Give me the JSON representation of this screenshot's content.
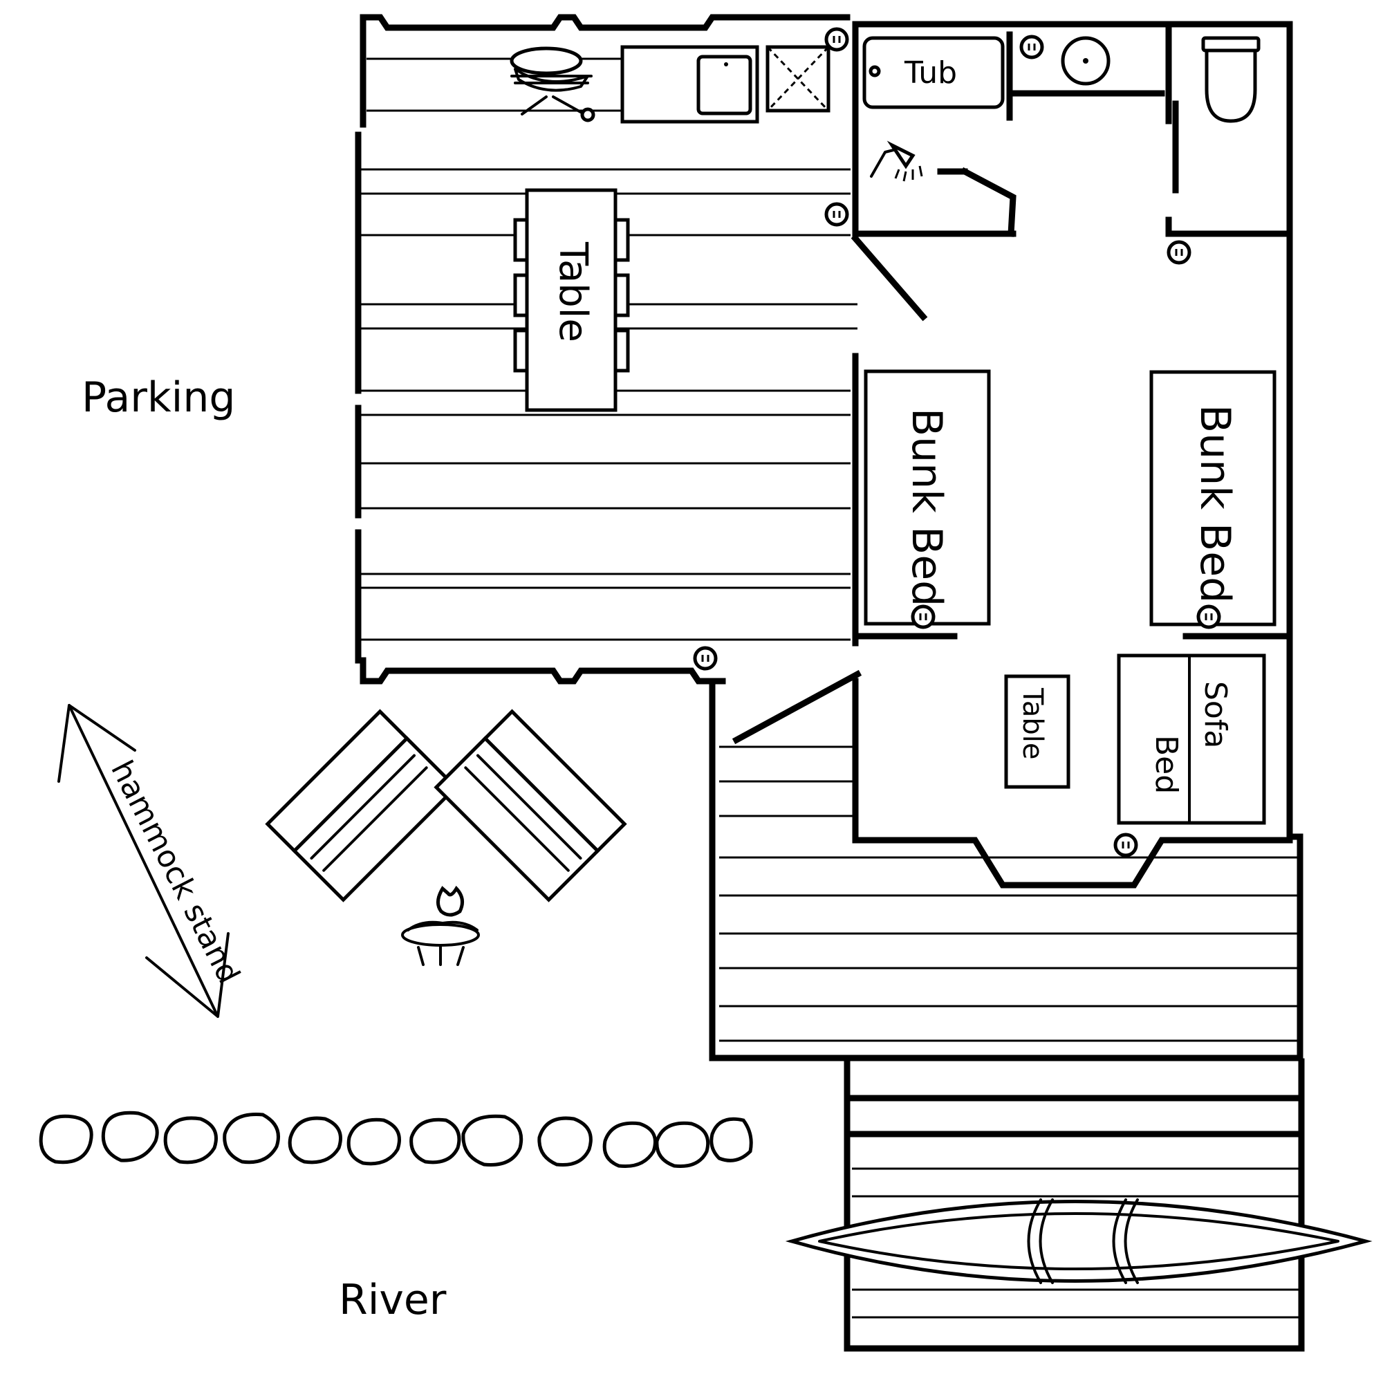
{
  "labels": {
    "parking": "Parking",
    "river": "River",
    "hammock": "hammock stand",
    "table_deck": "Table",
    "table_room": "Table",
    "tub": "Tub",
    "bunk_bed_left": "Bunk Bed",
    "bunk_bed_right": "Bunk Bed",
    "sofa": "Sofa",
    "sofa_bed": "Bed"
  },
  "icons": {
    "grill": "grill-icon",
    "sink": "sink-icon",
    "fridge": "appliance-icon",
    "shower": "shower-icon",
    "toilet": "toilet-icon",
    "fire_pit": "fire-pit-icon",
    "canoe": "canoe-icon",
    "outlet": "outlet-icon",
    "rocks": "rock-border",
    "chairs": "adirondack-chair"
  },
  "colors": {
    "ink": "#000000",
    "paper": "#ffffff"
  }
}
